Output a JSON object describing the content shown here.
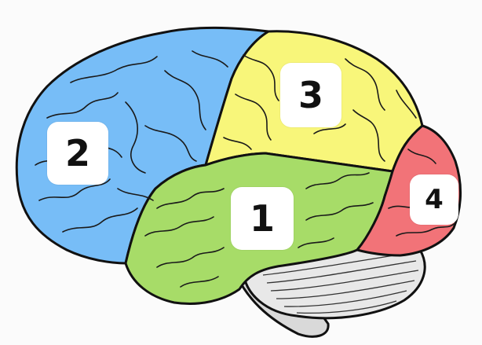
{
  "regions": [
    {
      "id": "frontal",
      "label": "2",
      "color": "#77bdf7"
    },
    {
      "id": "parietal",
      "label": "3",
      "color": "#f8f67a"
    },
    {
      "id": "temporal",
      "label": "1",
      "color": "#a7dc68"
    },
    {
      "id": "occipital",
      "label": "4",
      "color": "#f27378"
    }
  ],
  "structures": {
    "cerebellum_color": "#e8e8e8",
    "brainstem_color": "#d9d9d9",
    "outline_color": "#111111"
  }
}
